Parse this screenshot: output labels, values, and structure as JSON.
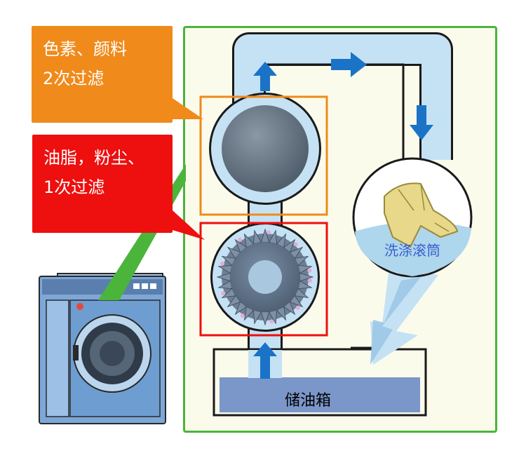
{
  "callouts": {
    "pigment_filter": {
      "line1": "色素、颜料",
      "line2": "2次过滤",
      "color": "#f08a1a"
    },
    "oil_filter": {
      "line1": "油脂，粉尘、",
      "line2": "1次过滤",
      "color": "#ee0f0f"
    }
  },
  "labels": {
    "drum": "洗涤滚筒",
    "tank": "储油箱"
  },
  "colors": {
    "frame_border": "#4ab53a",
    "pipe": "#c5e2f5",
    "flow_arrow": "#1a73c7",
    "tank": "#7b96c9",
    "liquid": "#aed6ec",
    "filter_dark": "#5f6f7f",
    "machine": "#6e9ed1"
  },
  "icons": [
    "washing-machine-icon",
    "laundry-cloth-icon",
    "flow-arrow-icon"
  ]
}
